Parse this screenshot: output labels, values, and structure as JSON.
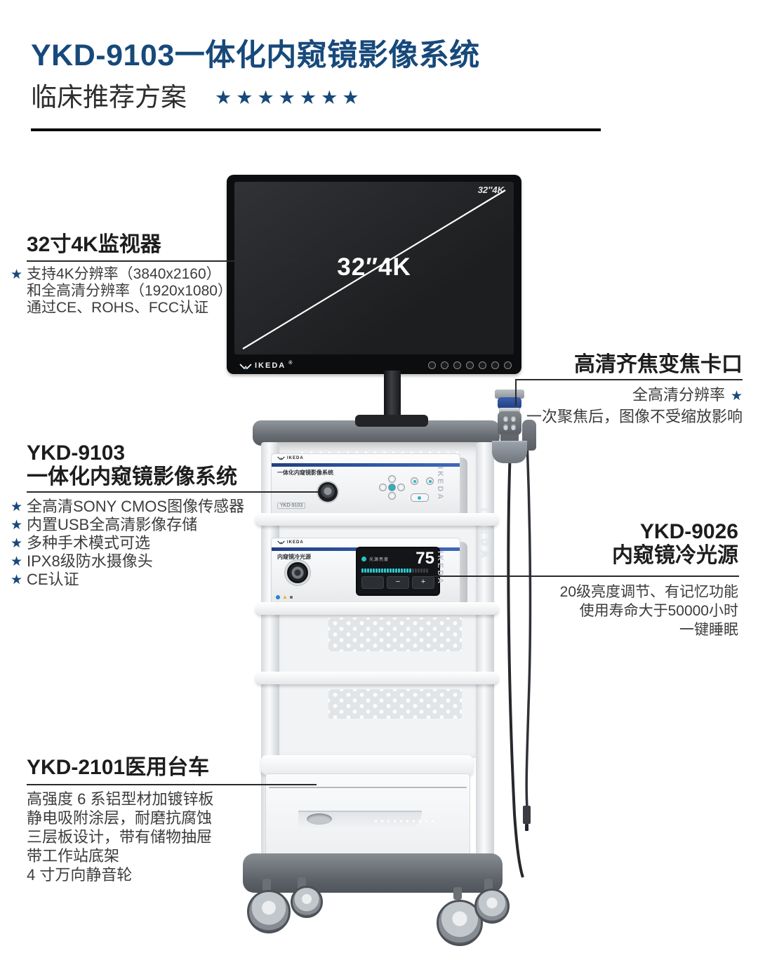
{
  "page": {
    "title": "YKD-9103一体化内窥镜影像系统",
    "subtitle": "临床推荐方案",
    "star_count": 7
  },
  "icons": {
    "star": "★",
    "warning_triangle": "▲"
  },
  "colors": {
    "accent_blue": "#17497B",
    "text_dark": "#3C3C3C",
    "device_stripe_blue": "#2F57A7",
    "screen_teal": "#2FC7CE"
  },
  "blocks": {
    "monitor": {
      "heading": "32寸4K监视器",
      "lines": [
        "支持4K分辨率（3840x2160）",
        "和全高清分辨率（1920x1080）",
        "通过CE、ROHS、FCC认证"
      ]
    },
    "coupler": {
      "heading": "高清齐焦变焦卡口",
      "line1": "全高清分辨率",
      "line2": "一次聚焦后，图像不受缩放影响"
    },
    "camera": {
      "model": "YKD-9103",
      "name": "一体化内窥镜影像系统",
      "features": [
        "全高清SONY CMOS图像传感器",
        "内置USB全高清影像存储",
        "多种手术模式可选",
        "IPX8级防水摄像头",
        "CE认证"
      ]
    },
    "light": {
      "model": "YKD-9026",
      "name": "内窥镜冷光源",
      "lines": [
        "20级亮度调节、有记忆功能",
        "使用寿命大于50000小时",
        "一键睡眠"
      ]
    },
    "trolley": {
      "heading": "YKD-2101医用台车",
      "lines": [
        "高强度 6 系铝型材加镀锌板",
        "静电吸附涂层，耐磨抗腐蚀",
        "三层板设计，带有储物抽屉",
        "带工作站底架",
        "4 寸万向静音轮"
      ]
    }
  },
  "figure": {
    "monitor": {
      "corner_label": "32″4K",
      "center_label": "32″4K",
      "brand": "IKEDA",
      "reg_mark": "®",
      "button_count": 7
    },
    "camera_unit": {
      "brand": "IKEDA",
      "panel_label": "一体化内窥镜影像系统",
      "model_label": "YKD-9103",
      "side_brand": "IKEDA"
    },
    "light_unit": {
      "brand": "IKEDA",
      "panel_label": "内窥镜冷光源",
      "side_brand": "IKEDA",
      "screen": {
        "label": "光源亮度",
        "value": "75",
        "minus": "−",
        "plus": "+",
        "bar_total": 24,
        "bar_filled": 18
      }
    },
    "cart": {
      "side_brand": "IKEDA"
    }
  }
}
